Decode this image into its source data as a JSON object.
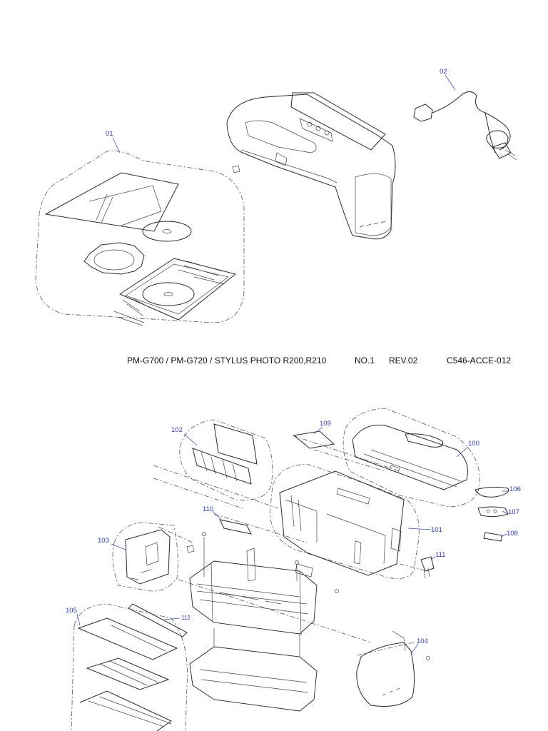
{
  "sheet1": {
    "callouts": {
      "c01": "01",
      "c02": "02"
    },
    "caption": {
      "model": "PM-G700 / PM-G720 / STYLUS PHOTO R200,R210",
      "sheet": "NO.1",
      "revision": "REV.02",
      "code": "C546-ACCE-012"
    }
  },
  "sheet2": {
    "callouts": {
      "c100": "100",
      "c101": "101",
      "c102": "102",
      "c103": "103",
      "c104": "104",
      "c105": "105",
      "c106": "106",
      "c107": "107",
      "c108": "108",
      "c109": "109",
      "c110": "110",
      "c111": "111",
      "c112": "112"
    }
  },
  "colors": {
    "callout": "#2a39c9",
    "line": "#2a2a2a",
    "background": "#ffffff"
  }
}
